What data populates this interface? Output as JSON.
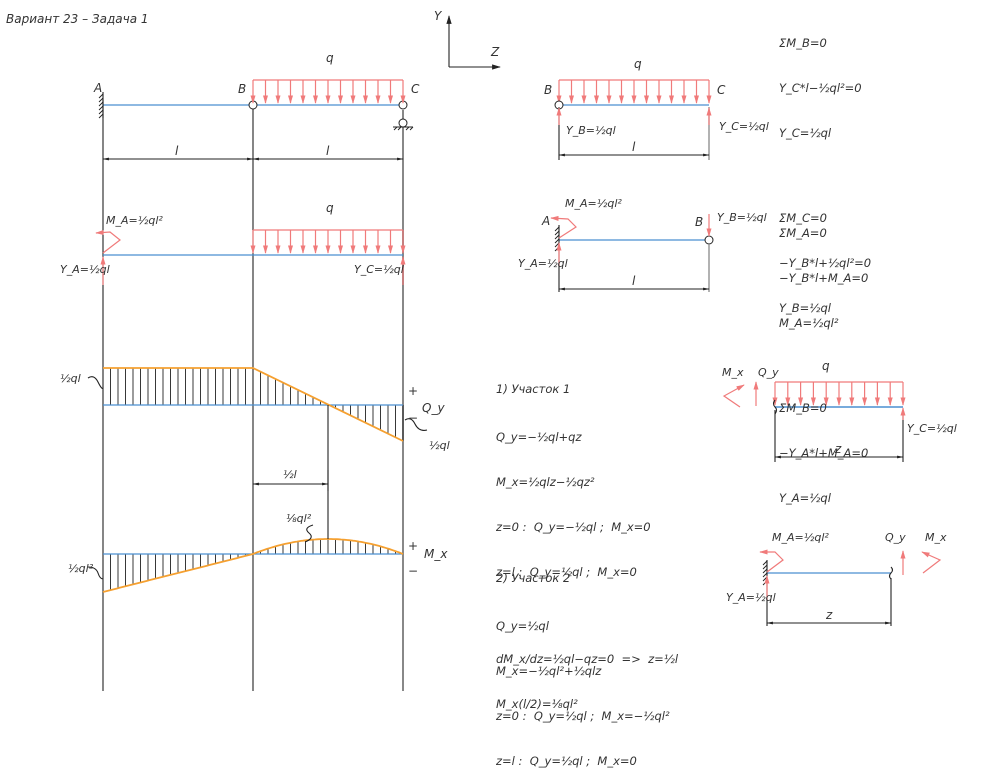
{
  "header": {
    "title": "Вариант 23 – Задача 1"
  },
  "axes": {
    "y_label": "Y",
    "z_label": "Z"
  },
  "main_beam": {
    "points": [
      "A",
      "B",
      "C"
    ],
    "load_label": "q",
    "spans": [
      "l",
      "l"
    ]
  },
  "reactions_diagram": {
    "load_label": "q",
    "moment_A": "M_A=½ql²",
    "reaction_A": "Y_A=½ql",
    "reaction_C": "Y_C=½ql"
  },
  "shear_diagram": {
    "name": "Q_y",
    "plus": "+",
    "minus": "−",
    "left_value": "½ql",
    "right_value": "½ql",
    "zero_offset_label": "½l"
  },
  "moment_diagram": {
    "name": "M_x",
    "plus": "+",
    "minus": "−",
    "left_value": "½ql²",
    "max_value": "⅛ql²"
  },
  "sub_beam_BC": {
    "points": [
      "B",
      "C"
    ],
    "load_label": "q",
    "reaction_B": "Y_B=½ql",
    "reaction_C": "Y_C=½ql",
    "span": "l",
    "equations": [
      "ΣM_B=0",
      "Y_C*l−½ql²=0",
      "Y_C=½ql",
      "",
      "ΣM_C=0",
      "−Y_B*l+½ql²=0",
      "Y_B=½ql"
    ]
  },
  "sub_beam_AB": {
    "points": [
      "A",
      "B"
    ],
    "moment_A": "M_A=½ql²",
    "reaction_A": "Y_A=½ql",
    "reaction_B": "Y_B=½ql",
    "span": "l",
    "equations": [
      "ΣM_A=0",
      "−Y_B*l+M_A=0",
      "M_A=½ql²",
      "",
      "ΣM_B=0",
      "−Y_A*l+M_A=0",
      "Y_A=½ql"
    ]
  },
  "section1": {
    "title": "1) Участок 1",
    "lines": [
      "Q_y=−½ql+qz",
      "M_x=½qlz−½qz²",
      "z=0 :  Q_y=−½ql ;  M_x=0",
      "z=l :  Q_y=½ql ;  M_x=0",
      "",
      "dM_x/dz=½ql−qz=0  =>  z=½l",
      "M_x(l/2)=⅛ql²"
    ],
    "sketch": {
      "mx": "M_x",
      "qy": "Q_y",
      "load": "q",
      "reaction": "Y_C=½ql",
      "span": "z"
    }
  },
  "section2": {
    "title": "2) Участок 2",
    "lines": [
      "Q_y=½ql",
      "M_x=−½ql²+½qlz",
      "z=0 :  Q_y=½ql ;  M_x=−½ql²",
      "z=l :  Q_y=½ql ;  M_x=0"
    ],
    "sketch": {
      "moment": "M_A=½ql²",
      "reaction": "Y_A=½ql",
      "qy": "Q_y",
      "mx": "M_x",
      "span": "z"
    }
  }
}
